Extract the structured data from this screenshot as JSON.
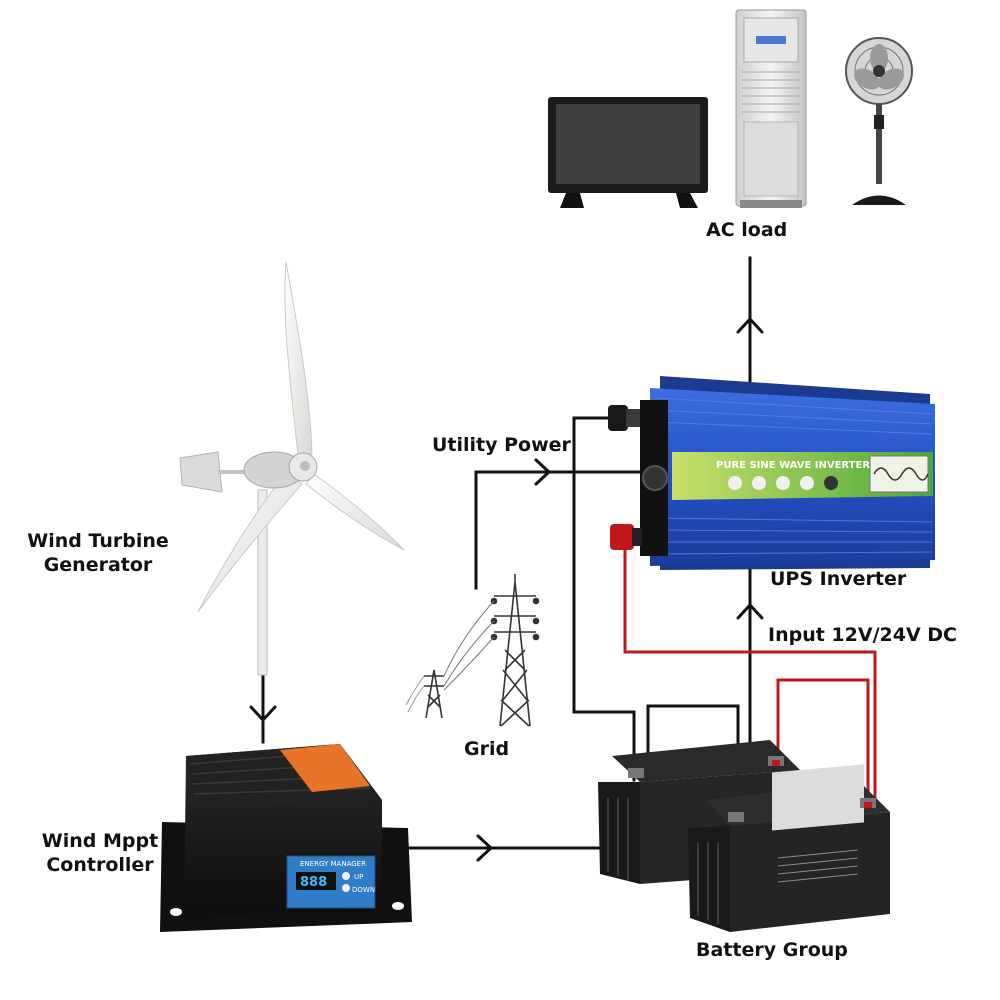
{
  "labels": {
    "ac_load": "AC load",
    "utility_power": "Utility Power",
    "wind_turbine_line1": "Wind Turbine",
    "wind_turbine_line2": "Generator",
    "ups_inverter": "UPS Inverter",
    "input_dc": "Input 12V/24V DC",
    "grid": "Grid",
    "controller_line1": "Wind Mppt",
    "controller_line2": "Controller",
    "battery_group": "Battery Group"
  },
  "inverter": {
    "panel_text": "PURE SINE WAVE INVERTER"
  },
  "controller": {
    "panel_text": "ENERGY MANAGER",
    "display": "888",
    "up": "UP",
    "down": "DOWN"
  },
  "colors": {
    "wire_dc_negative": "#111111",
    "wire_dc_positive": "#c0171c",
    "inverter_body": "#2a55c8",
    "controller_label": "#e8742a"
  }
}
